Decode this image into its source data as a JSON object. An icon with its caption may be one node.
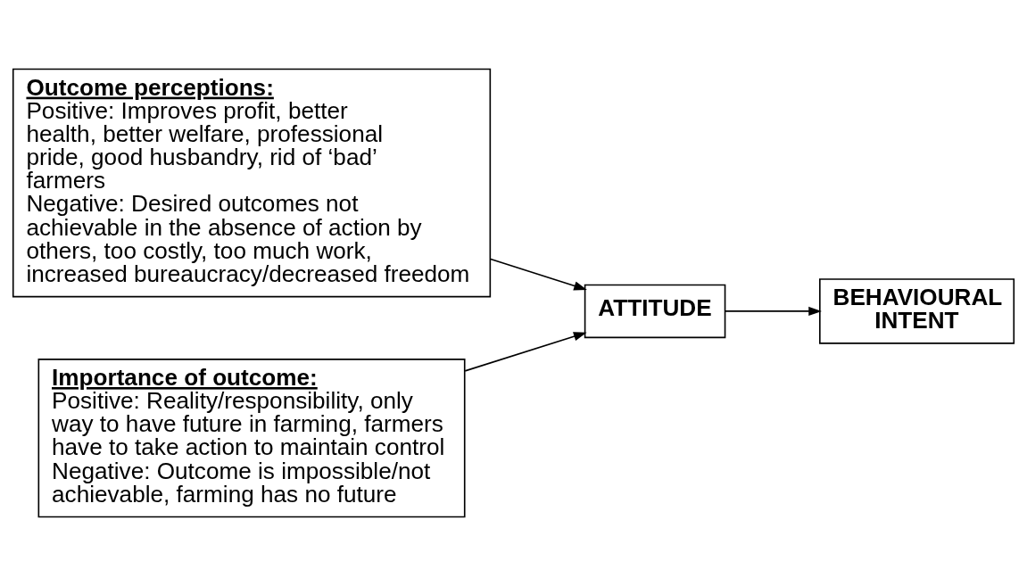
{
  "diagram": {
    "nodes": [
      {
        "text": [
          "Outcome perceptions:",
          "Positive: Improves profit, better health, better welfare, professional pride, good husbandry, rid of ‘bad’ farmers",
          "Negative: Desired outcomes not achievable in the absence of action by others, too costly, too much work, increased bureaucracy/decreased freedom"
        ]
      },
      {
        "text": [
          "Importance of outcome:",
          "Positive: Reality/responsibility, only way to have future in farming, farmers have to take action to maintain control",
          "Negative: Outcome is impossible/not achievable, farming has no future"
        ]
      },
      {
        "text": [
          "ATTITUDE"
        ]
      },
      {
        "text": [
          "BEHAVIOURAL INTENT"
        ]
      }
    ],
    "edges": [
      {
        "from": 0,
        "to": 2,
        "arrow": "to"
      },
      {
        "from": 1,
        "to": 2,
        "arrow": "to"
      },
      {
        "from": 2,
        "to": 3,
        "arrow": "to"
      }
    ]
  }
}
